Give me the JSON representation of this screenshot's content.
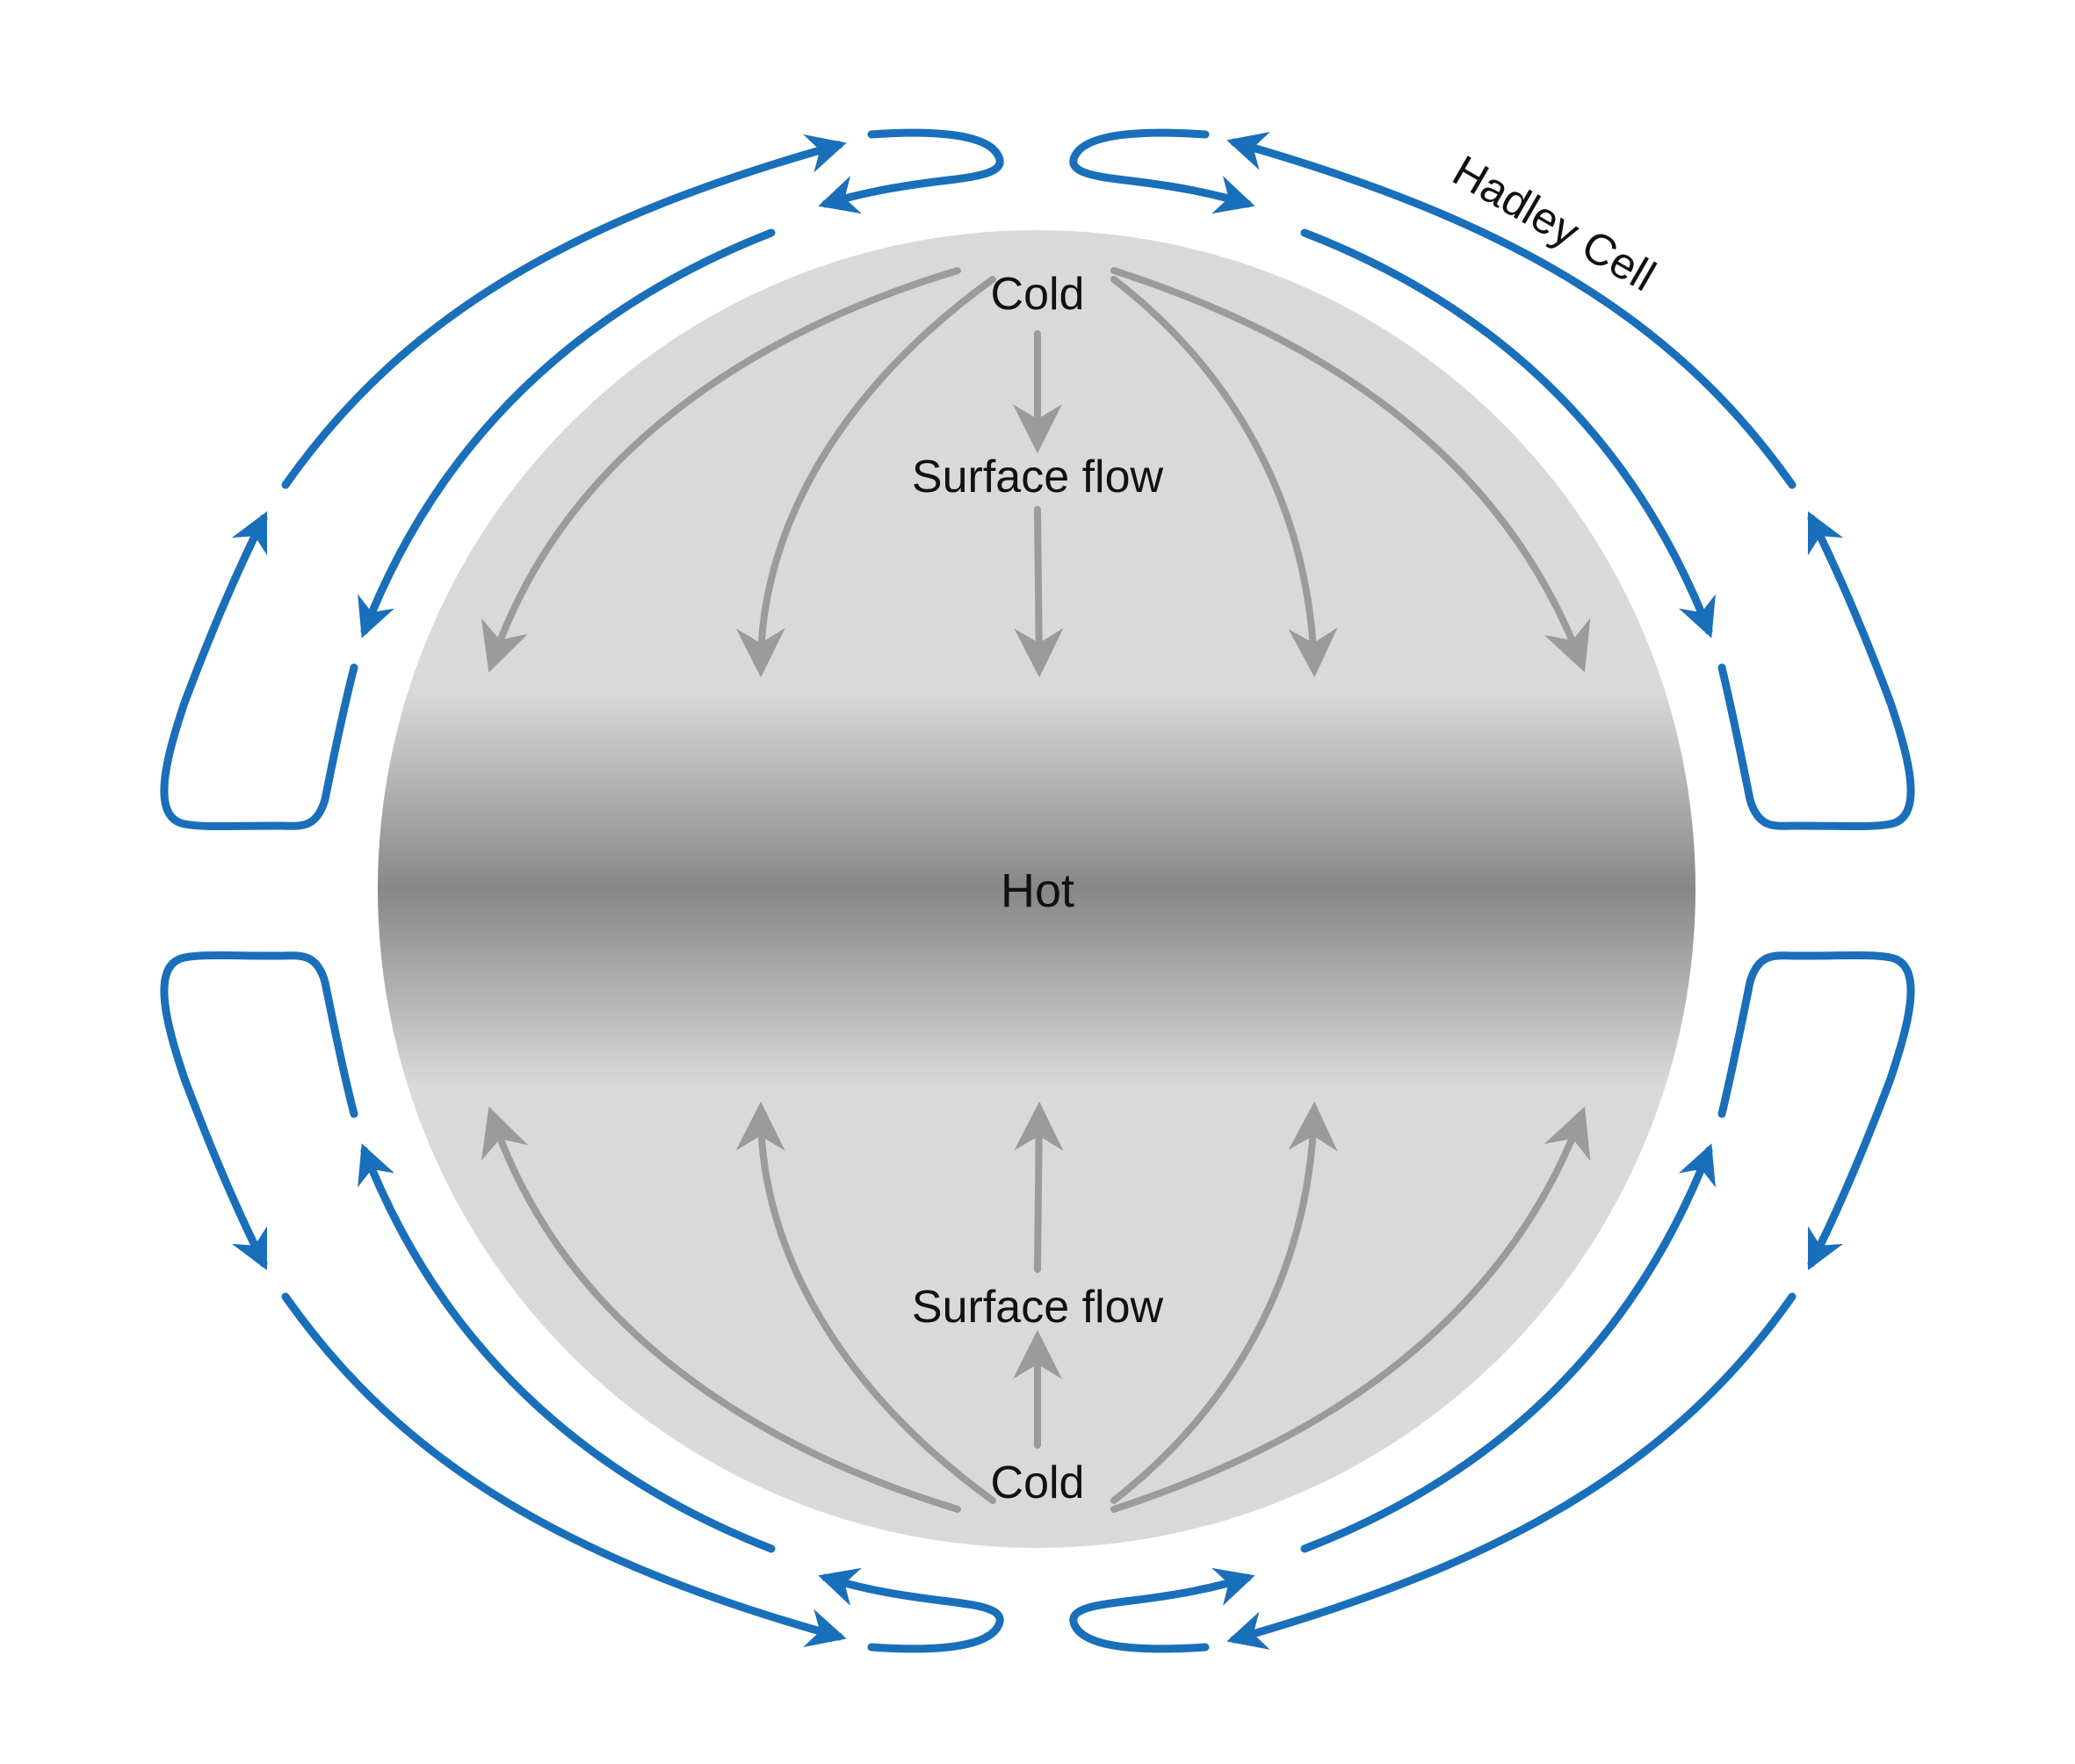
{
  "labels": {
    "cold_top": "Cold",
    "surface_flow_top": "Surface flow",
    "hot": "Hot",
    "surface_flow_bottom": "Surface flow",
    "cold_bottom": "Cold",
    "hadley_cell": "Hadley Cell"
  },
  "colors": {
    "circulation_arrow": "#1a6fba",
    "surface_flow_arrow": "#9b9b9b",
    "globe_light": "#d9d9d9",
    "globe_dark": "#878787",
    "text": "#111111",
    "background": "#ffffff"
  }
}
